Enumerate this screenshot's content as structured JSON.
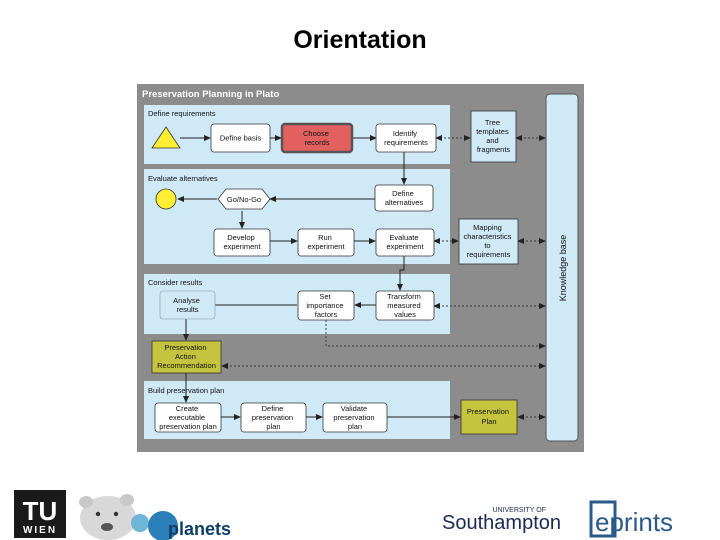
{
  "slide": {
    "title": "Orientation"
  },
  "diagram": {
    "frame_title": "Preservation Planning in Plato",
    "knowledge_base": "Knowledge base",
    "sections": {
      "define": "Define requirements",
      "evaluate": "Evaluate alternatives",
      "consider": "Consider results",
      "build": "Build preservation plan"
    },
    "nodes": {
      "define_basis": [
        "Define basis"
      ],
      "choose_records": [
        "Choose",
        "records"
      ],
      "identify_requirements": [
        "Identify",
        "requirements"
      ],
      "define_alternatives": [
        "Define",
        "alternatives"
      ],
      "go_no_go": [
        "Go/No-Go"
      ],
      "develop_experiment": [
        "Develop",
        "experiment"
      ],
      "run_experiment": [
        "Run",
        "experiment"
      ],
      "evaluate_experiment": [
        "Evaluate",
        "experiment"
      ],
      "analyse_results": [
        "Analyse",
        "results"
      ],
      "set_importance_factors": [
        "Set",
        "importance",
        "factors"
      ],
      "transform_measured_values": [
        "Transform",
        "measured",
        "values"
      ],
      "preservation_action_recommendation": [
        "Preservation",
        "Action",
        "Recommendation"
      ],
      "create_executable_plan": [
        "Create",
        "executable",
        "preservation plan"
      ],
      "define_preservation_plan": [
        "Define",
        "preservation",
        "plan"
      ],
      "validate_preservation_plan": [
        "Validate",
        "preservation",
        "plan"
      ],
      "preservation_plan": [
        "Preservation",
        "Plan"
      ],
      "tree_templates": [
        "Tree",
        "templates",
        "and",
        "fragments"
      ],
      "mapping_characteristics": [
        "Mapping",
        "characteristics",
        "to",
        "requirements"
      ]
    }
  },
  "logos": {
    "tu_line1": "TU",
    "tu_line2": "WIEN",
    "planets": "planets",
    "southampton_small": "UNIVERSITY OF",
    "southampton": "Southampton",
    "eprints": "eprints"
  },
  "colors": {
    "frame": "#8c8c8c",
    "section": "#cfe9f7",
    "node": "#ffffff",
    "node_highlight": "#e26060",
    "output_node": "#c4c43e",
    "milestone": "#ffee33",
    "knowledge_base": "#cfe9f7"
  }
}
